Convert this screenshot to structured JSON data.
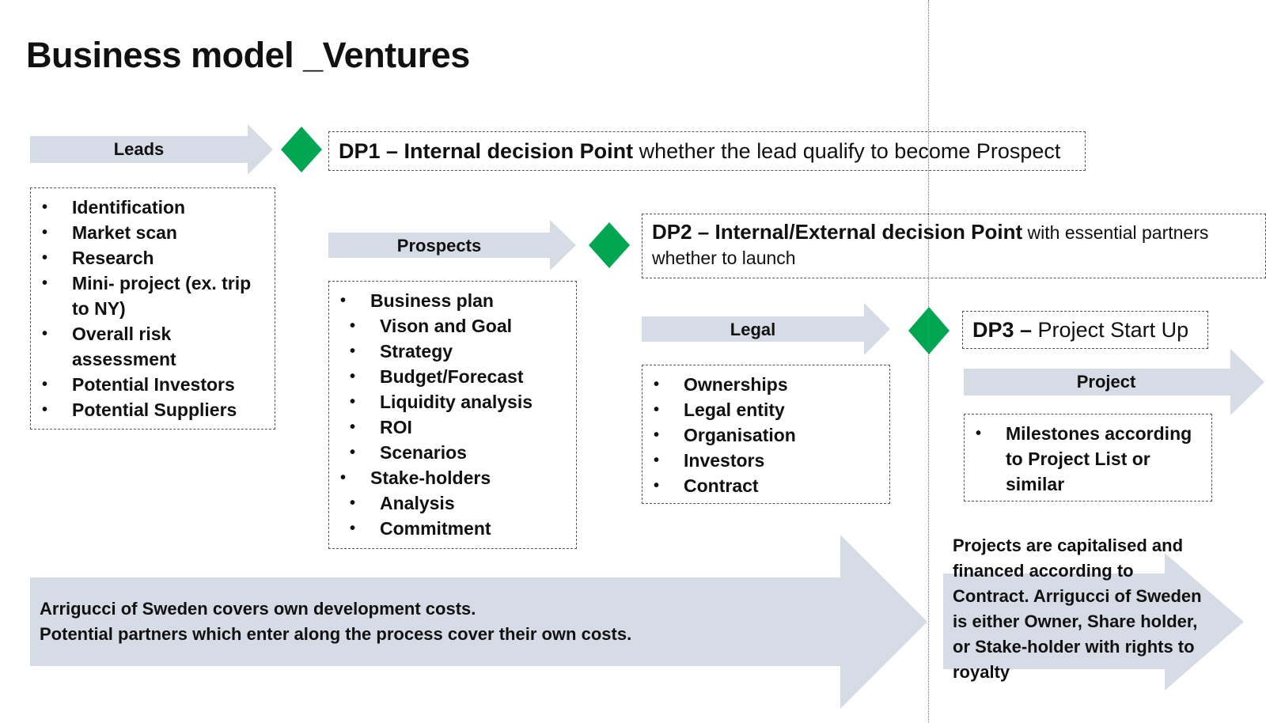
{
  "title": "Business model _Ventures",
  "colors": {
    "arrow_fill": "#d6dce5",
    "diamond": "#00a651",
    "guide_line": "#2eaa55"
  },
  "stages": {
    "leads": {
      "label": "Leads",
      "items": [
        "Identification",
        "Market scan",
        "Research",
        "Mini- project (ex. trip to NY)",
        "Overall risk assessment",
        "Potential Investors",
        "Potential Suppliers"
      ]
    },
    "prospects": {
      "label": "Prospects",
      "items": [
        {
          "text": "Business plan",
          "sub": [
            "Vison and Goal",
            "Strategy",
            "Budget/Forecast",
            "Liquidity analysis",
            "ROI",
            "Scenarios"
          ]
        },
        {
          "text": "Stake-holders",
          "sub": [
            "Analysis",
            "Commitment"
          ]
        }
      ]
    },
    "legal": {
      "label": "Legal",
      "items": [
        "Ownerships",
        "Legal entity",
        "Organisation",
        "Investors",
        "Contract"
      ]
    },
    "project": {
      "label": "Project",
      "items": [
        "Milestones according to Project List or similar"
      ]
    }
  },
  "decision_points": {
    "dp1": {
      "bold": "DP1 – Internal decision Point",
      "rest": " whether the lead qualify to become Prospect"
    },
    "dp2": {
      "bold": "DP2 – Internal/External decision Point",
      "rest": " with essential partners",
      "line2": "whether to launch"
    },
    "dp3": {
      "bold": "DP3 –",
      "rest": " Project Start Up"
    }
  },
  "costs": {
    "line1": "Arrigucci of Sweden covers own development costs.",
    "line2": "Potential partners which enter along the process cover their own costs."
  },
  "capitalised": "Projects are capitalised and financed according to Contract. Arrigucci of Sweden is either Owner, Share holder, or Stake-holder with rights to royalty"
}
